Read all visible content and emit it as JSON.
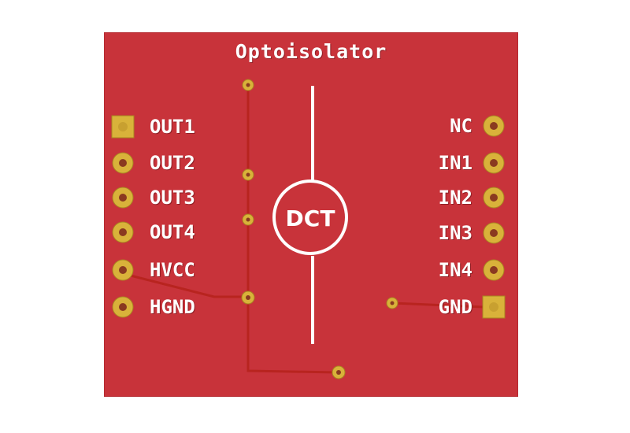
{
  "board": {
    "title": "Optoisolator",
    "chip_label": "DCT",
    "colors": {
      "board": "#c8333a",
      "pad": "#d9b23a",
      "trace": "#b8241f",
      "silk": "#ffffff"
    }
  },
  "left_pins": [
    "OUT1",
    "OUT2",
    "OUT3",
    "OUT4",
    "HVCC",
    "HGND"
  ],
  "right_pins": [
    "NC",
    "IN1",
    "IN2",
    "IN3",
    "IN4",
    "GND"
  ]
}
